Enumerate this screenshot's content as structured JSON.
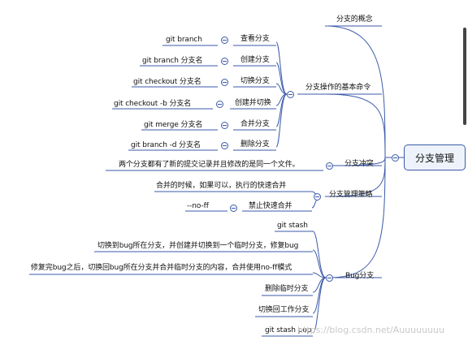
{
  "root": "分支管理",
  "topics": {
    "concept": "分支的概念",
    "commands": "分支操作的基本命令",
    "conflict": "分支冲突",
    "strategy": "分支管理策略",
    "bug": "Bug分支"
  },
  "command_rows": [
    {
      "name": "查看分支",
      "cmd": "git branch"
    },
    {
      "name": "创建分支",
      "cmd": "git branch 分支名"
    },
    {
      "name": "切换分支",
      "cmd": "git checkout 分支名"
    },
    {
      "name": "创建并切换",
      "cmd": "git checkout -b 分支名"
    },
    {
      "name": "合并分支",
      "cmd": "git merge 分支名"
    },
    {
      "name": "删除分支",
      "cmd": "git branch -d 分支名"
    }
  ],
  "conflict_note": "两个分支都有了新的提交记录并且修改的是同一个文件。",
  "strategy": {
    "note": "合并的时候，如果可以，执行的快速合并",
    "child": "禁止快速合并",
    "child_detail": "--no-ff"
  },
  "bug_items": [
    "git stash",
    "切换到bug所在分支，并创建并切换到一个临时分支，修复bug",
    "修复完bug之后，切换回bug所在分支并合并临时分支的内容，合并使用no-ff模式",
    "删除临时分支",
    "切换回工作分支",
    "git stash pop"
  ],
  "watermark": "https://blog.csdn.net/Auuuuuuuu",
  "colors": {
    "line": "#3b5aa8",
    "root_fill": "#eef3fb"
  }
}
